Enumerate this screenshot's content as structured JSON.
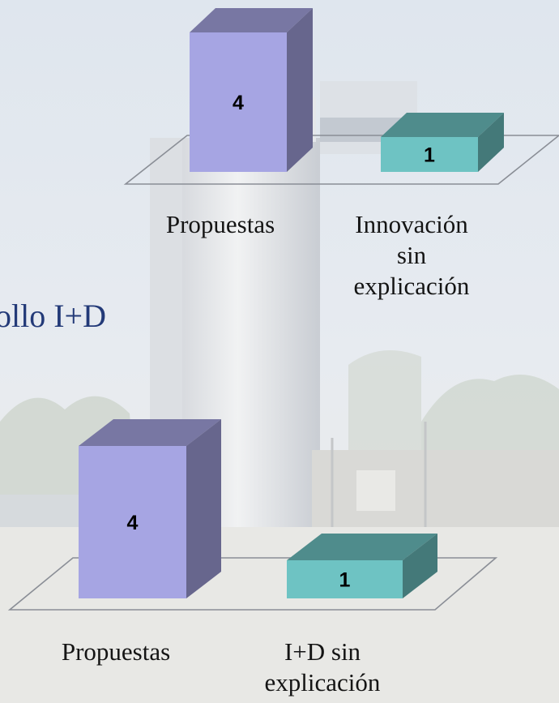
{
  "slide": {
    "title_fragment": "ollo I+D"
  },
  "colors": {
    "bar_primary": "#a6a5e3",
    "bar_secondary": "#6ec3c3",
    "value_label": "#000000"
  },
  "chart_data": [
    {
      "type": "bar",
      "categories": [
        "Propuestas",
        "Innovación sin explicación"
      ],
      "values": [
        4,
        1
      ],
      "value_labels": [
        "4",
        "1"
      ],
      "category_labels": [
        [
          "Propuestas"
        ],
        [
          "Innovación",
          "sin",
          "explicación"
        ]
      ],
      "title": "",
      "xlabel": "",
      "ylabel": "",
      "ylim": [
        0,
        4
      ],
      "grid": false,
      "legend": "none",
      "style": "3d"
    },
    {
      "type": "bar",
      "categories": [
        "Propuestas",
        "I+D sin explicación"
      ],
      "values": [
        4,
        1
      ],
      "value_labels": [
        "4",
        "1"
      ],
      "category_labels": [
        [
          "Propuestas"
        ],
        [
          "I+D sin",
          "explicación"
        ]
      ],
      "title": "",
      "xlabel": "",
      "ylabel": "",
      "ylim": [
        0,
        4
      ],
      "grid": false,
      "legend": "none",
      "style": "3d"
    }
  ]
}
